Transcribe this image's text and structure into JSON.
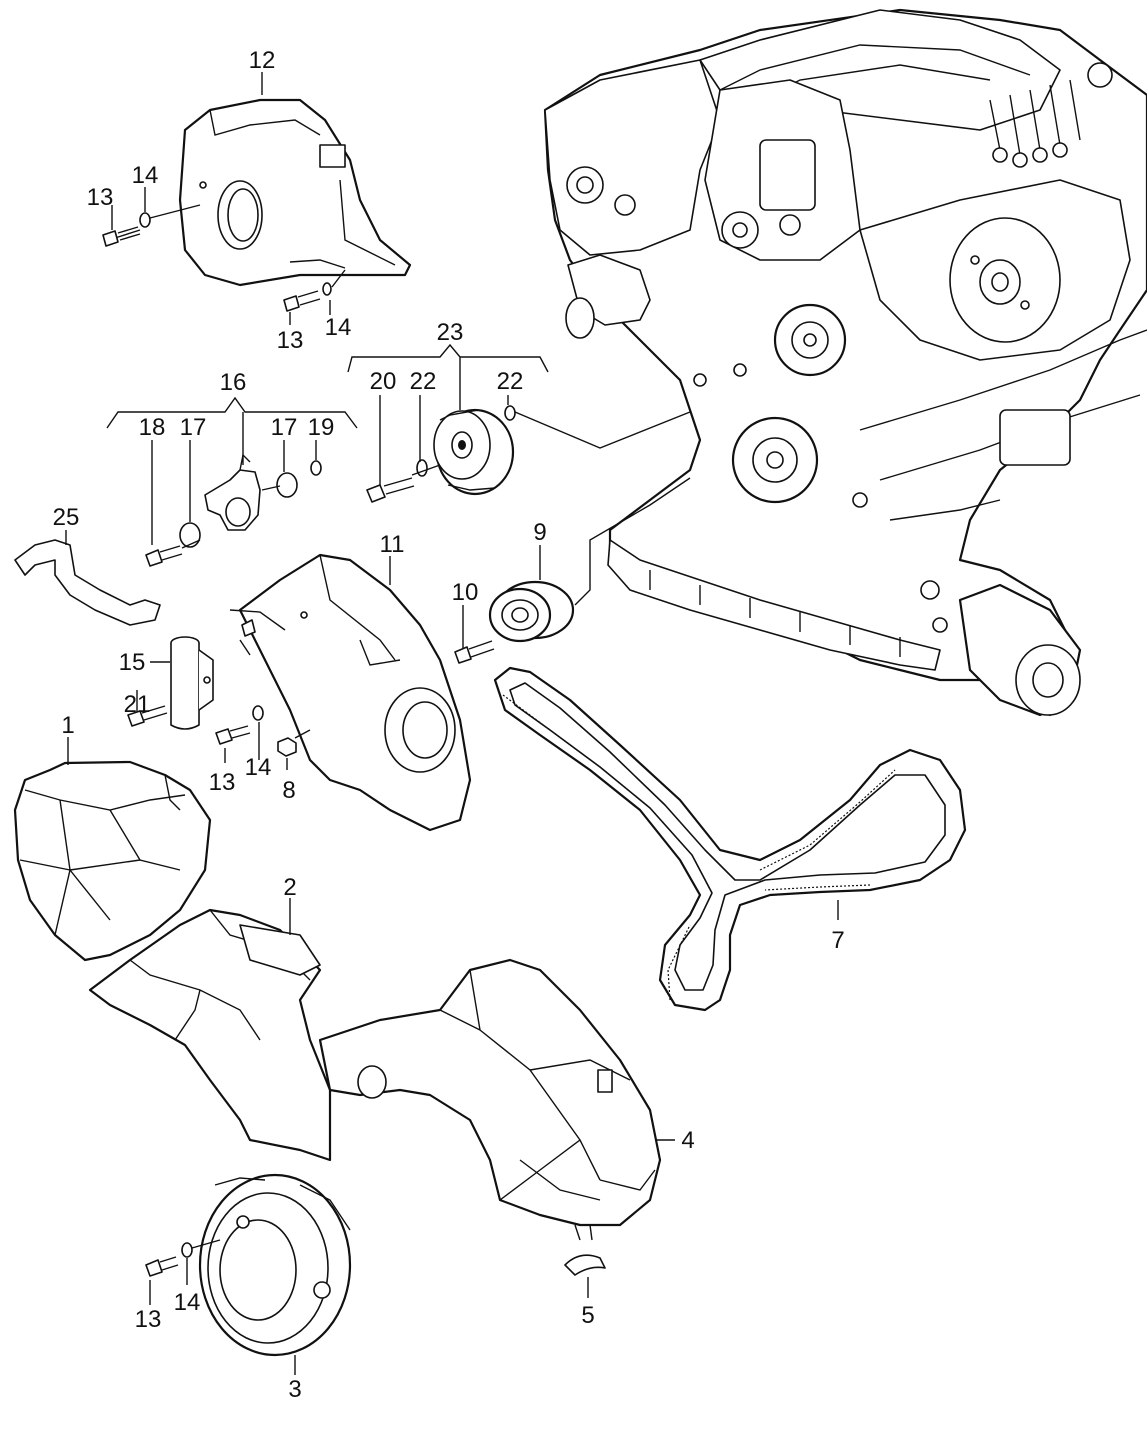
{
  "diagram": {
    "callouts": [
      {
        "id": "c12",
        "text": "12"
      },
      {
        "id": "c14a",
        "text": "14"
      },
      {
        "id": "c13a",
        "text": "13"
      },
      {
        "id": "c14b",
        "text": "14"
      },
      {
        "id": "c13b",
        "text": "13"
      },
      {
        "id": "c23",
        "text": "23"
      },
      {
        "id": "c20",
        "text": "20"
      },
      {
        "id": "c22a",
        "text": "22"
      },
      {
        "id": "c22b",
        "text": "22"
      },
      {
        "id": "c16",
        "text": "16"
      },
      {
        "id": "c18",
        "text": "18"
      },
      {
        "id": "c17a",
        "text": "17"
      },
      {
        "id": "c17b",
        "text": "17"
      },
      {
        "id": "c19",
        "text": "19"
      },
      {
        "id": "c25",
        "text": "25"
      },
      {
        "id": "c11",
        "text": "11"
      },
      {
        "id": "c9",
        "text": "9"
      },
      {
        "id": "c10",
        "text": "10"
      },
      {
        "id": "c15",
        "text": "15"
      },
      {
        "id": "c21",
        "text": "21"
      },
      {
        "id": "c1",
        "text": "1"
      },
      {
        "id": "c13c",
        "text": "13"
      },
      {
        "id": "c14c",
        "text": "14"
      },
      {
        "id": "c8",
        "text": "8"
      },
      {
        "id": "c7",
        "text": "7"
      },
      {
        "id": "c2",
        "text": "2"
      },
      {
        "id": "c4",
        "text": "4"
      },
      {
        "id": "c5",
        "text": "5"
      },
      {
        "id": "c13d",
        "text": "13"
      },
      {
        "id": "c14d",
        "text": "14"
      },
      {
        "id": "c3",
        "text": "3"
      }
    ]
  }
}
